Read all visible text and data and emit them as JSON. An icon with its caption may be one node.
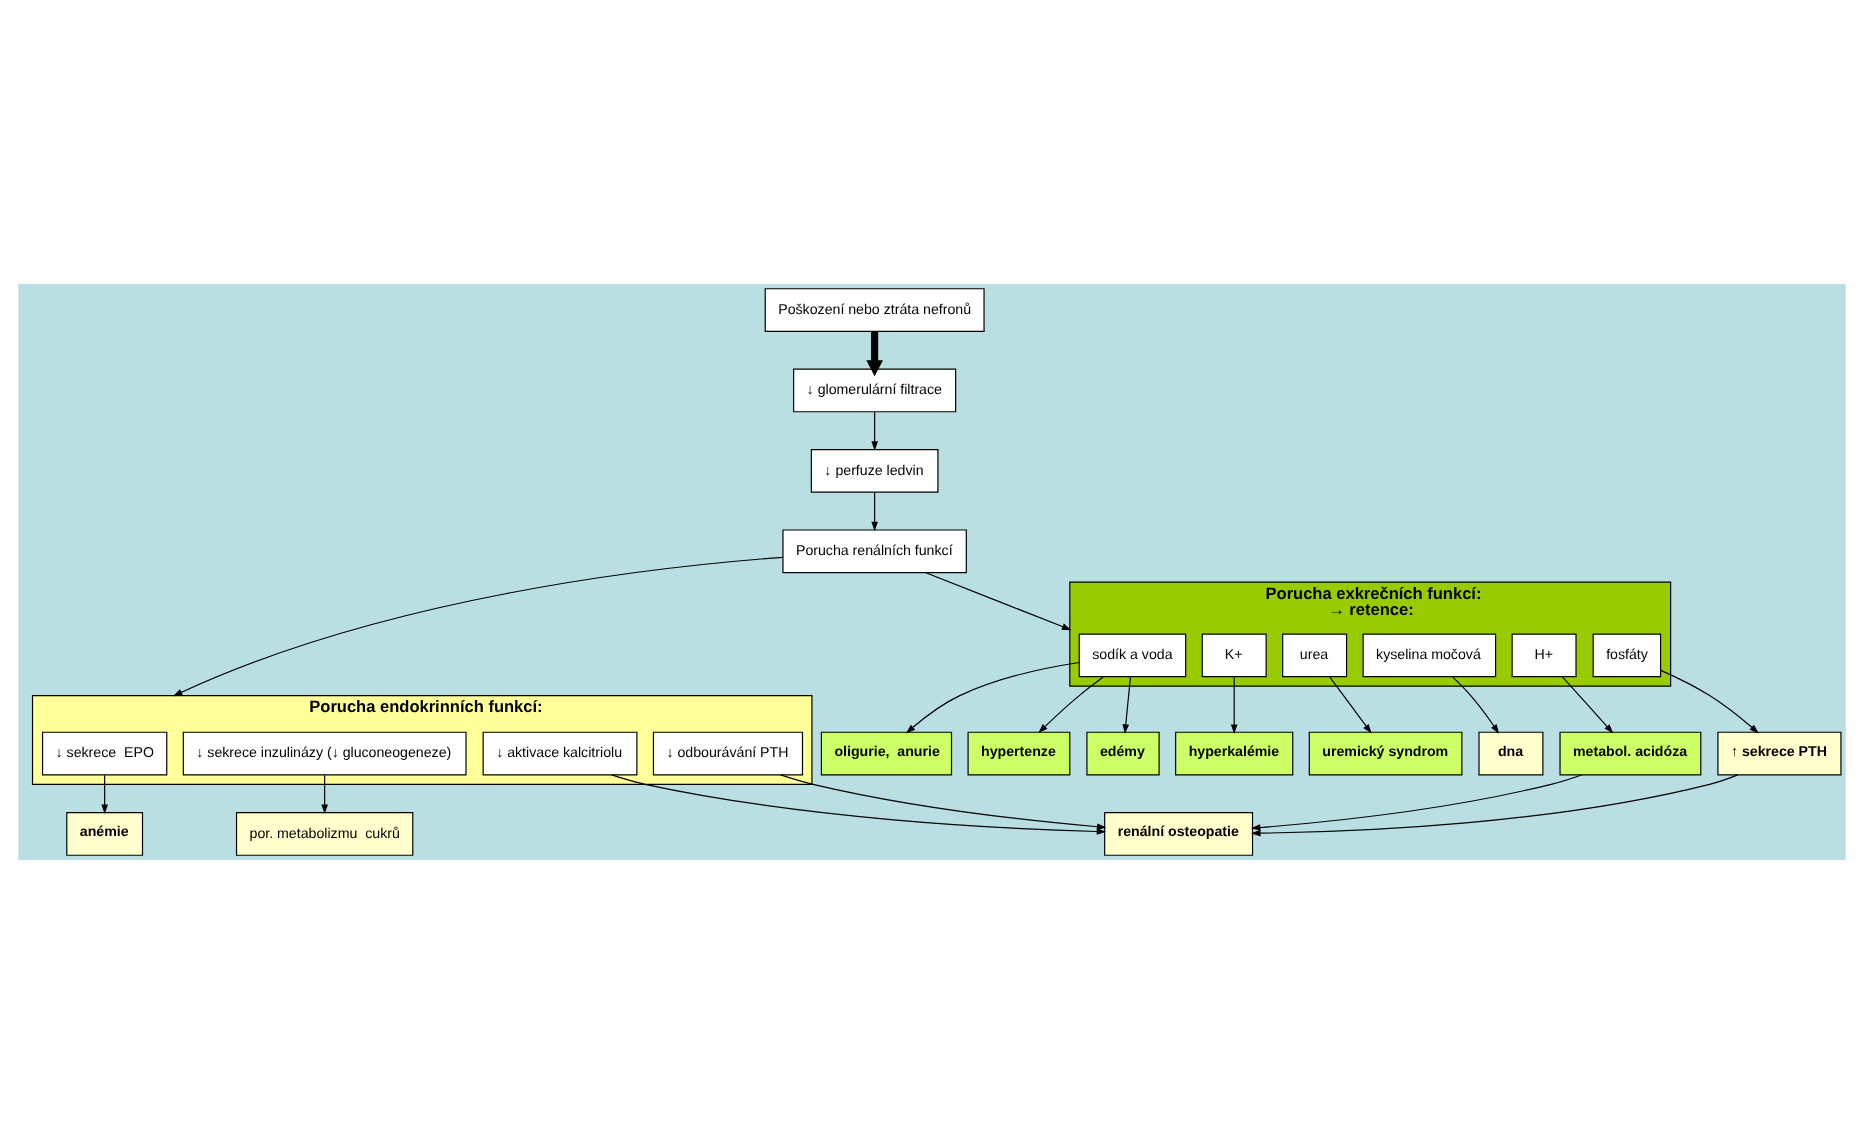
{
  "diagram": {
    "nodes": [
      {
        "text": [
          "Poškození nebo ztráta nefronů"
        ]
      },
      {
        "text": [
          "↓ glomerulární filtrace"
        ]
      },
      {
        "text": [
          "↓ perfuze ledvin"
        ]
      },
      {
        "text": [
          "Porucha renálních funkcí"
        ]
      },
      {
        "text": [
          "Porucha endokrinních funkcí:"
        ]
      },
      {
        "text": [
          "↓ sekrece  EPO"
        ],
        "in": 4
      },
      {
        "text": [
          "↓ sekrece inzulinázy (↓ gluconeogeneze)"
        ],
        "in": 4
      },
      {
        "text": [
          "↓ odbourávání PTH"
        ],
        "in": 4
      },
      {
        "text": [
          "↓ aktivace kalcitriolu"
        ],
        "in": 4
      },
      {
        "text": [
          "anémie"
        ]
      },
      {
        "text": [
          "por. metabolizmu  cukrů"
        ]
      },
      {
        "text": [
          "renální osteopatie"
        ]
      },
      {
        "text": [
          "Porucha exkrečních funkcí:",
          "→ retence:"
        ]
      },
      {
        "text": [
          "sodík a voda"
        ],
        "in": 12
      },
      {
        "text": [
          "K+"
        ],
        "in": 12
      },
      {
        "text": [
          "urea"
        ],
        "in": 12
      },
      {
        "text": [
          "kyselina močová"
        ],
        "in": 12
      },
      {
        "text": [
          "H+"
        ],
        "in": 12
      },
      {
        "text": [
          "fosfáty"
        ],
        "in": 12
      },
      {
        "text": [
          "oligurie,  anurie"
        ]
      },
      {
        "text": [
          "hypertenze"
        ]
      },
      {
        "text": [
          "edémy"
        ]
      },
      {
        "text": [
          "hyperkalémie"
        ]
      },
      {
        "text": [
          "uremický syndrom"
        ]
      },
      {
        "text": [
          "dna"
        ]
      },
      {
        "text": [
          "metabol. acidóza"
        ]
      },
      {
        "text": [
          "↑ sekrece PTH"
        ]
      }
    ],
    "edges": [
      {
        "from": 0,
        "to": 1,
        "arrow": "to",
        "style": "thick"
      },
      {
        "from": 1,
        "to": 2,
        "arrow": "to"
      },
      {
        "from": 2,
        "to": 3,
        "arrow": "to"
      },
      {
        "from": 3,
        "to": 4,
        "arrow": "to"
      },
      {
        "from": 3,
        "to": 12,
        "arrow": "to"
      },
      {
        "from": 5,
        "to": 9,
        "arrow": "to"
      },
      {
        "from": 6,
        "to": 10,
        "arrow": "to"
      },
      {
        "from": 7,
        "to": 11,
        "arrow": "to"
      },
      {
        "from": 8,
        "to": 11,
        "arrow": "to"
      },
      {
        "from": 13,
        "to": 19,
        "arrow": "to"
      },
      {
        "from": 13,
        "to": 20,
        "arrow": "to"
      },
      {
        "from": 13,
        "to": 21,
        "arrow": "to"
      },
      {
        "from": 14,
        "to": 22,
        "arrow": "to"
      },
      {
        "from": 15,
        "to": 23,
        "arrow": "to"
      },
      {
        "from": 16,
        "to": 24,
        "arrow": "to"
      },
      {
        "from": 17,
        "to": 25,
        "arrow": "to"
      },
      {
        "from": 18,
        "to": 26,
        "arrow": "to"
      },
      {
        "from": 25,
        "to": 11,
        "arrow": "to"
      },
      {
        "from": 26,
        "to": 11,
        "arrow": "to"
      }
    ]
  }
}
